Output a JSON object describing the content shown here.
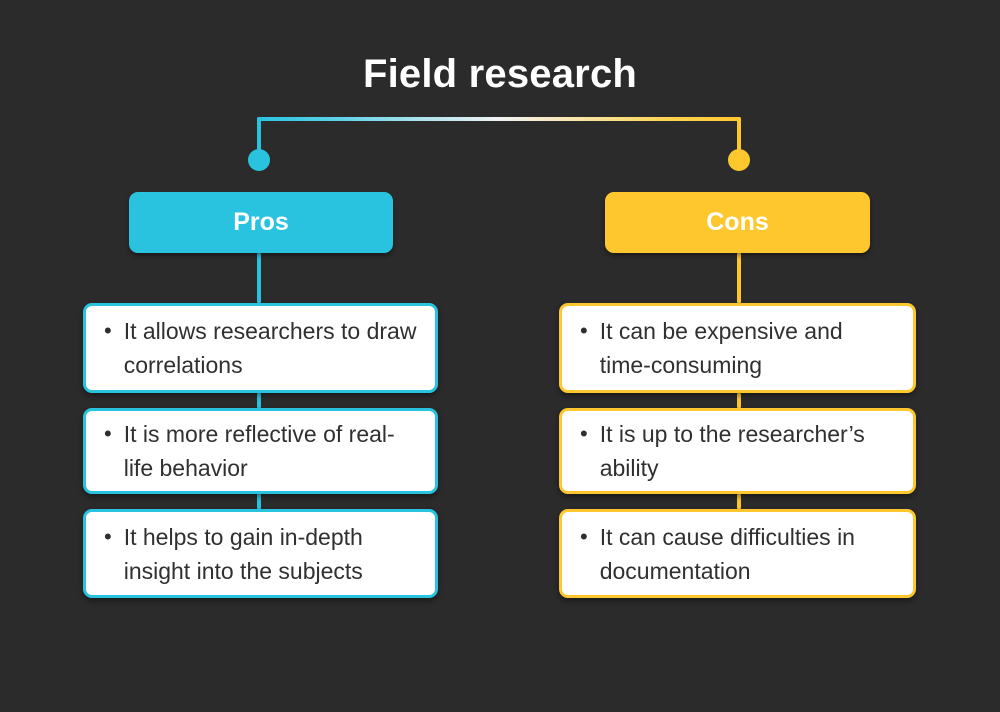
{
  "diagram": {
    "title": "Field research",
    "background_color": "#2b2b2b",
    "title_color": "#ffffff",
    "connector": {
      "left_dot_color": "#29c3e0",
      "right_dot_color": "#ffc72e",
      "gradient_from": "#29c3e0",
      "gradient_mid": "#f2f2f2",
      "gradient_to": "#ffc72e"
    },
    "columns": [
      {
        "id": "pros",
        "header_label": "Pros",
        "accent_color": "#29c3e0",
        "header_text_color": "#ffffff",
        "bullet": "•",
        "items": [
          {
            "text": "It allows researchers to draw correlations"
          },
          {
            "text": "It is more reflective of real-life behavior"
          },
          {
            "text": "It helps to gain in-depth insight into the subjects"
          }
        ]
      },
      {
        "id": "cons",
        "header_label": "Cons",
        "accent_color": "#ffc72e",
        "header_text_color": "#ffffff",
        "bullet": "•",
        "items": [
          {
            "text": "It can be expensive and time-consuming"
          },
          {
            "text": "It is up to the researcher’s ability"
          },
          {
            "text": "It can cause difficulties in documentation"
          }
        ]
      }
    ]
  }
}
